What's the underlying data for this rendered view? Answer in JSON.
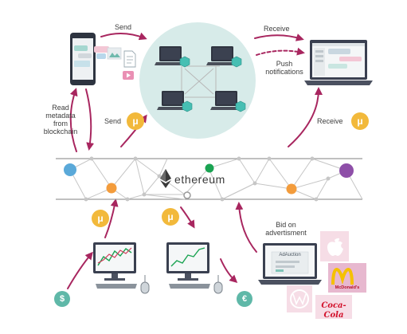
{
  "labels": {
    "send_top": "Send",
    "receive_top": "Receive",
    "push_notifications": "Push\nnotifications",
    "read_metadata": "Read\nmetadata\nfrom\nblockchain",
    "send_mu": "Send",
    "receive_mu": "Receive",
    "bid_on_advertisment": "Bid on\nadvertisment",
    "ethereum": "ethereum",
    "ad_auction": "AdAuction"
  },
  "tokens": {
    "mu": "μ",
    "dollar": "$",
    "euro": "€"
  },
  "brands": {
    "mcdonalds": "McDonald's",
    "coca_cola": "Coca-Cola"
  },
  "colors": {
    "arrow": "#a8265f",
    "mu_token": "#f2b93b",
    "currency_token": "#5fb8a8",
    "node_blue": "#5aa9d9",
    "node_orange": "#f39c3c",
    "node_green": "#1aa352",
    "node_purple": "#8e4fa8",
    "network_circle": "#d7ebe9",
    "laptop_gem": "#46bfb3",
    "brand_tile": "#f6dde6",
    "mcdonalds_bg": "#e7b8cf"
  },
  "icons": {
    "phone": "smartphone-icon",
    "laptop": "laptop-icon",
    "desktop": "desktop-chart-icon",
    "apple": "apple-logo-icon",
    "volkswagen": "vw-logo-icon",
    "ethereum": "ethereum-diamond-icon"
  }
}
